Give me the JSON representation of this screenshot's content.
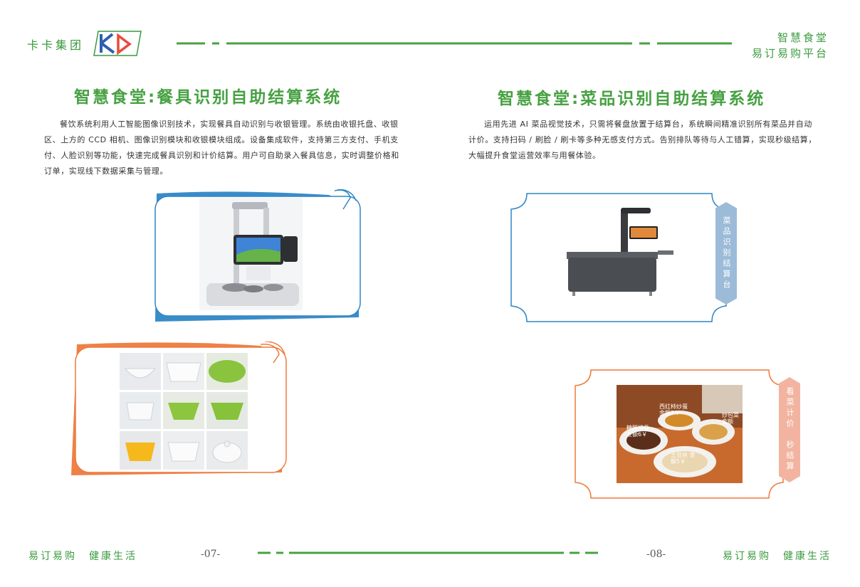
{
  "header": {
    "brand": "卡卡集团",
    "right_line1": "智慧食堂",
    "right_line2": "易订易购平台"
  },
  "left_page": {
    "title": "智慧食堂:餐具识别自助结算系统",
    "paragraph": "餐饮系统利用人工智能图像识别技术，实现餐具自动识别与收银管理。系统由收银托盘、收银区、上方的 CCD 相机、图像识别模块和收银模块组成。设备集成软件，支持第三方支付、手机支付、人脸识别等功能，快速完成餐具识别和计价结算。用户可自助录入餐具信息，实时调整价格和订单，实现线下数据采集与管理。",
    "footer_text": "易订易购　健康生活",
    "page_number": "-07-"
  },
  "right_page": {
    "title": "智慧食堂:菜品识别自助结算系统",
    "paragraph": "运用先进 AI 菜品视觉技术，只需将餐盘放置于结算台，系统瞬间精准识别所有菜品并自动计价。支持扫码 / 刷脸 / 刷卡等多种无感支付方式。告别排队等待与人工错算，实现秒级结算，大幅提升食堂运营效率与用餐体验。",
    "tab1": "菜品识别结算台",
    "tab2": "看菜计价　秒结算",
    "food_labels": [
      "西红柿炒蛋 金额5￥",
      "糖醋排骨 金额6￥",
      "土豆丝 金额5￥",
      "炒包菜 金额"
    ],
    "footer_text": "易订易购　健康生活",
    "page_number": "-08-"
  },
  "colors": {
    "green": "#47a142",
    "blue": "#2f86c6",
    "orange": "#ee7a3d",
    "tab_blue": "#9bbbd8",
    "tab_pink": "#f2b4a0"
  }
}
